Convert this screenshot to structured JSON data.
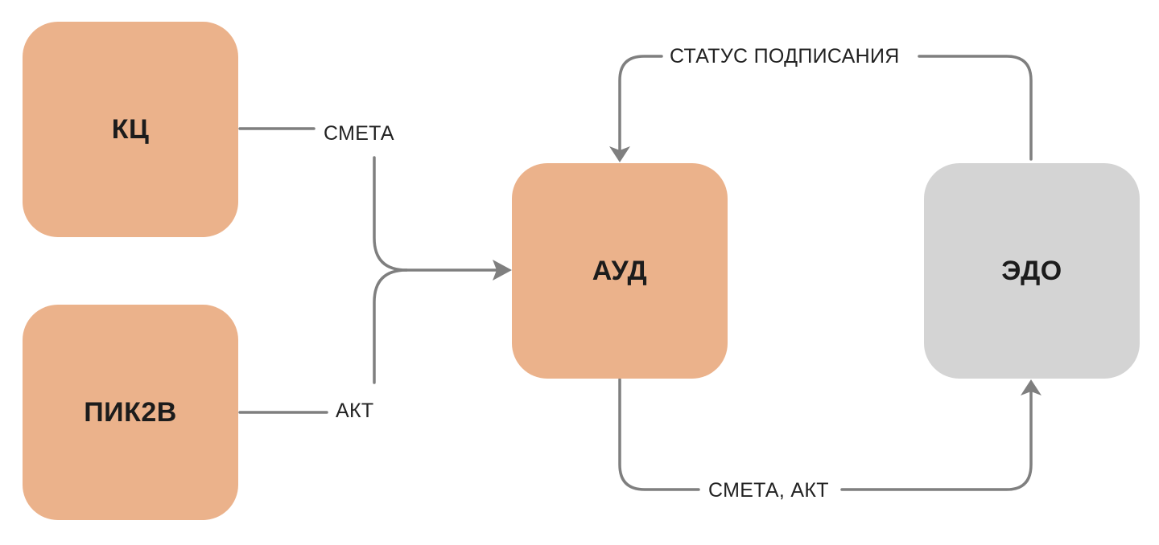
{
  "colors": {
    "node_accent": "#EBB28B",
    "node_external": "#D4D4D4",
    "connector": "#7F7F7F",
    "label_text": "#222222",
    "node_text": "#1C1C1C"
  },
  "nodes": {
    "kc": {
      "label": "КЦ"
    },
    "pik2b": {
      "label": "ПИК2B"
    },
    "aud": {
      "label": "АУД"
    },
    "edo": {
      "label": "ЭДО"
    }
  },
  "edges": {
    "kc_to_aud": {
      "label": "СМЕТА"
    },
    "pik2b_to_aud": {
      "label": "АКТ"
    },
    "edo_to_aud": {
      "label": "СТАТУС ПОДПИСАНИЯ"
    },
    "aud_to_edo": {
      "label": "СМЕТА, АКТ"
    }
  }
}
